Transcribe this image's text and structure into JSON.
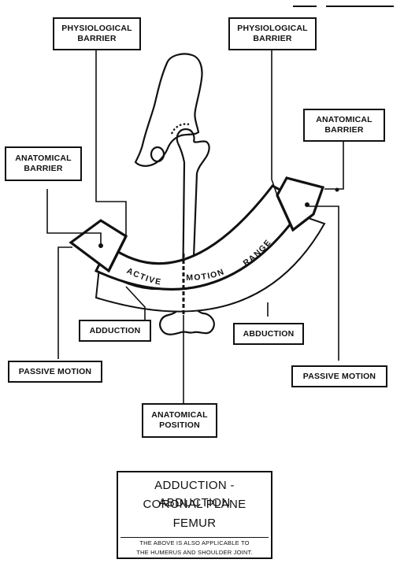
{
  "labels": {
    "physiological_barrier_left": [
      "PHYSIOLOGICAL",
      "BARRIER"
    ],
    "physiological_barrier_right": [
      "PHYSIOLOGICAL",
      "BARRIER"
    ],
    "anatomical_barrier_left": [
      "ANATOMICAL",
      "BARRIER"
    ],
    "anatomical_barrier_right": [
      "ANATOMICAL",
      "BARRIER"
    ],
    "adduction": "ADDUCTION",
    "abduction": "ABDUCTION",
    "passive_motion_left": "PASSIVE MOTION",
    "passive_motion_right": "PASSIVE MOTION",
    "anatomical_position": [
      "ANATOMICAL",
      "POSITION"
    ]
  },
  "arc_text": {
    "active": "ACTIVE",
    "motion": "MOTION",
    "range": "RANGE"
  },
  "caption": {
    "line1": "ADDUCTION - ABDUCTION",
    "line2": "CORONAL PLANE",
    "line3": "FEMUR",
    "note_line1": "THE ABOVE IS ALSO APPLICABLE TO",
    "note_line2": "THE HUMERUS AND SHOULDER JOINT."
  }
}
